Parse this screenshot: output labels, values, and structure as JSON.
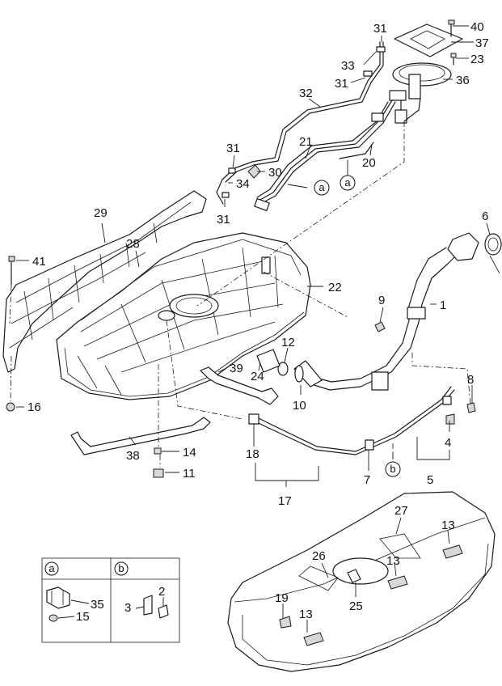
{
  "callouts": [
    {
      "id": "40",
      "text": "40"
    },
    {
      "id": "37",
      "text": "37"
    },
    {
      "id": "31a",
      "text": "31"
    },
    {
      "id": "23",
      "text": "23"
    },
    {
      "id": "33",
      "text": "33"
    },
    {
      "id": "31b",
      "text": "31"
    },
    {
      "id": "36",
      "text": "36"
    },
    {
      "id": "32",
      "text": "32"
    },
    {
      "id": "31c",
      "text": "31"
    },
    {
      "id": "21",
      "text": "21"
    },
    {
      "id": "30",
      "text": "30"
    },
    {
      "id": "34",
      "text": "34"
    },
    {
      "id": "20",
      "text": "20"
    },
    {
      "id": "31d",
      "text": "31"
    },
    {
      "id": "29",
      "text": "29"
    },
    {
      "id": "6",
      "text": "6"
    },
    {
      "id": "41",
      "text": "41"
    },
    {
      "id": "28",
      "text": "28"
    },
    {
      "id": "22",
      "text": "22"
    },
    {
      "id": "1",
      "text": "1"
    },
    {
      "id": "9",
      "text": "9"
    },
    {
      "id": "12",
      "text": "12"
    },
    {
      "id": "39",
      "text": "39"
    },
    {
      "id": "24",
      "text": "24"
    },
    {
      "id": "10",
      "text": "10"
    },
    {
      "id": "8",
      "text": "8"
    },
    {
      "id": "16",
      "text": "16"
    },
    {
      "id": "4",
      "text": "4"
    },
    {
      "id": "18",
      "text": "18"
    },
    {
      "id": "38",
      "text": "38"
    },
    {
      "id": "14",
      "text": "14"
    },
    {
      "id": "11",
      "text": "11"
    },
    {
      "id": "7",
      "text": "7"
    },
    {
      "id": "5",
      "text": "5"
    },
    {
      "id": "17",
      "text": "17"
    },
    {
      "id": "27",
      "text": "27"
    },
    {
      "id": "13a",
      "text": "13"
    },
    {
      "id": "26",
      "text": "26"
    },
    {
      "id": "13b",
      "text": "13"
    },
    {
      "id": "25",
      "text": "25"
    },
    {
      "id": "19",
      "text": "19"
    },
    {
      "id": "13c",
      "text": "13"
    },
    {
      "id": "2",
      "text": "2"
    },
    {
      "id": "35",
      "text": "35"
    },
    {
      "id": "3",
      "text": "3"
    },
    {
      "id": "15",
      "text": "15"
    }
  ],
  "markers": {
    "a": "a",
    "b": "b"
  },
  "legend": {
    "col_a": "a",
    "col_b": "b"
  }
}
